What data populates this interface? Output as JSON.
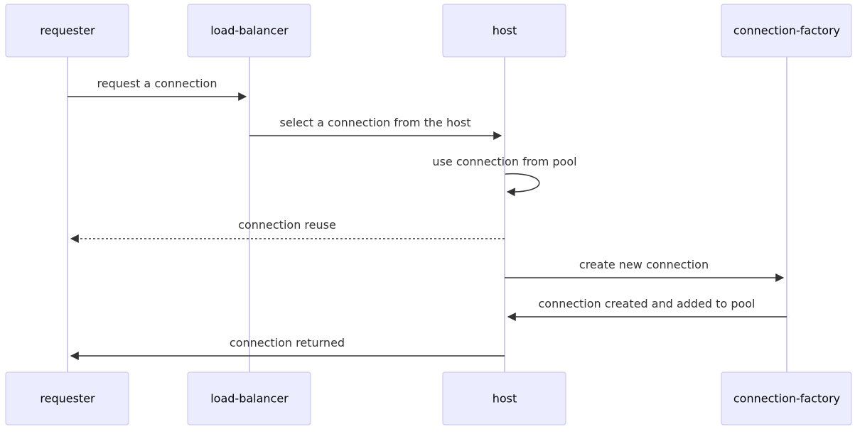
{
  "participants": [
    {
      "id": "requester",
      "label": "requester"
    },
    {
      "id": "load-balancer",
      "label": "load-balancer"
    },
    {
      "id": "host",
      "label": "host"
    },
    {
      "id": "connection-factory",
      "label": "connection-factory"
    }
  ],
  "messages": [
    {
      "from": "requester",
      "to": "load-balancer",
      "label": "request a connection",
      "style": "solid"
    },
    {
      "from": "load-balancer",
      "to": "host",
      "label": "select a connection from the host",
      "style": "solid"
    },
    {
      "from": "host",
      "to": "host",
      "label": "use connection from pool",
      "style": "solid"
    },
    {
      "from": "host",
      "to": "requester",
      "label": "connection reuse",
      "style": "dotted"
    },
    {
      "from": "host",
      "to": "connection-factory",
      "label": "create new connection",
      "style": "solid"
    },
    {
      "from": "connection-factory",
      "to": "host",
      "label": "connection created and added to pool",
      "style": "solid"
    },
    {
      "from": "host",
      "to": "requester",
      "label": "connection returned",
      "style": "solid"
    }
  ],
  "colors": {
    "actor_fill": "#ECECFF",
    "actor_stroke": "#C8C0F0",
    "lifeline": "#D6C9EE",
    "message": "#333333"
  }
}
